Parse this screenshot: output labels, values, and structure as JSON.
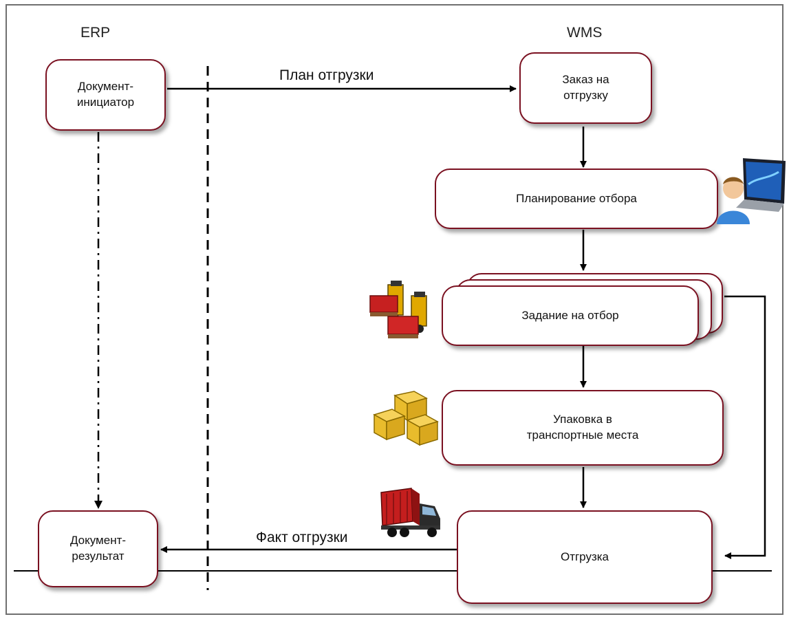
{
  "columns": {
    "erp": "ERP",
    "wms": "WMS"
  },
  "flows": {
    "plan": "План отгрузки",
    "fact": "Факт отгрузки"
  },
  "nodes": {
    "initiator": "Документ-\nинициатор",
    "result": "Документ-\nрезультат",
    "order": "Заказ на\nотгрузку",
    "planning": "Планирование  отбора",
    "pick_task": "Задание  на отбор",
    "packing": "Упаковка  в\nтранспортные места",
    "shipment": "Отгрузка"
  },
  "icons": {
    "planning": "operator-at-laptop-icon",
    "pick_task": "forklift-pallets-icon",
    "packing": "boxes-icon",
    "shipment": "truck-icon"
  },
  "colors": {
    "box_border": "#7a1020",
    "line": "#000000",
    "frame": "#6f6f6f"
  }
}
